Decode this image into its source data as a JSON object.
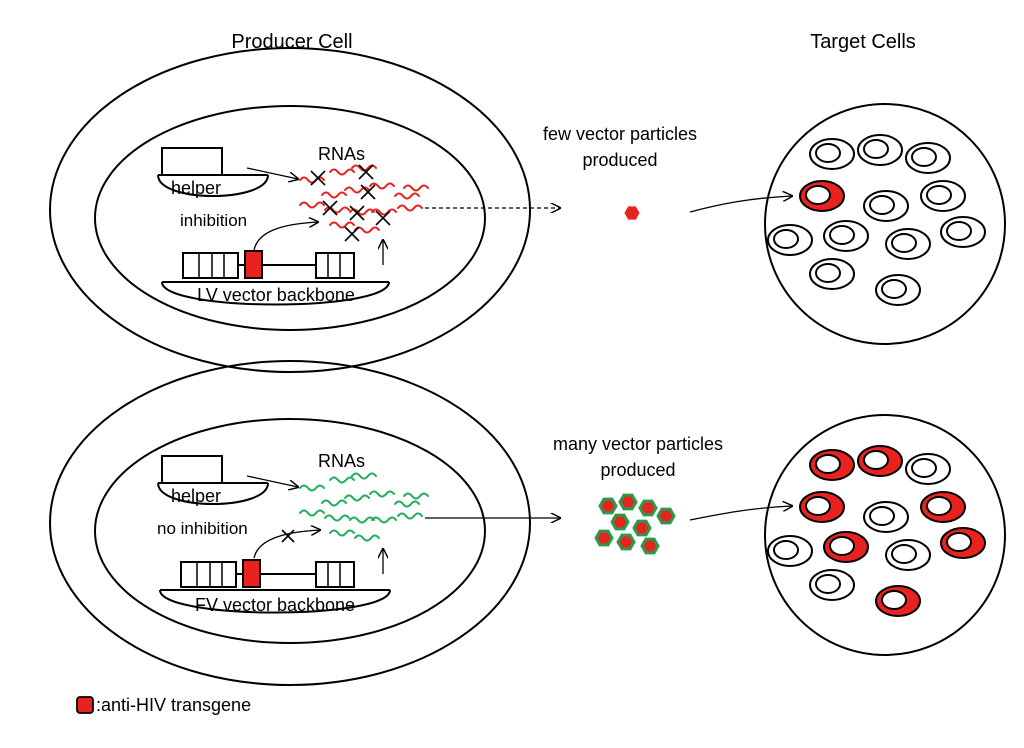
{
  "headers": {
    "producer": "Producer Cell",
    "target": "Target Cells"
  },
  "top": {
    "helper_label": "helper",
    "rnas_label": "RNAs",
    "inhibition_label": "inhibition",
    "backbone_label": "LV vector backbone",
    "particles_line1": "few vector particles",
    "particles_line2": "produced",
    "rna_color": "#e8231f",
    "particle_count": 1,
    "transduced_target_cells": 1,
    "total_target_cells": 12
  },
  "bottom": {
    "helper_label": "helper",
    "rnas_label": "RNAs",
    "inhibition_label": "no inhibition",
    "backbone_label": "FV vector backbone",
    "particles_line1": "many vector particles",
    "particles_line2": "produced",
    "rna_color": "#1fae5a",
    "particle_count": 9,
    "transduced_target_cells": 7,
    "total_target_cells": 12
  },
  "legend": {
    "text": ":anti-HIV transgene",
    "swatch_color": "#e8231f"
  },
  "colors": {
    "transgene_red": "#e8231f",
    "rna_red": "#e8231f",
    "rna_green": "#1fae5a",
    "particle_border_green": "#2a9a4a"
  },
  "icons": {
    "blocked_rna": "x-mark-icon",
    "particle": "hexagon-particle-icon"
  }
}
